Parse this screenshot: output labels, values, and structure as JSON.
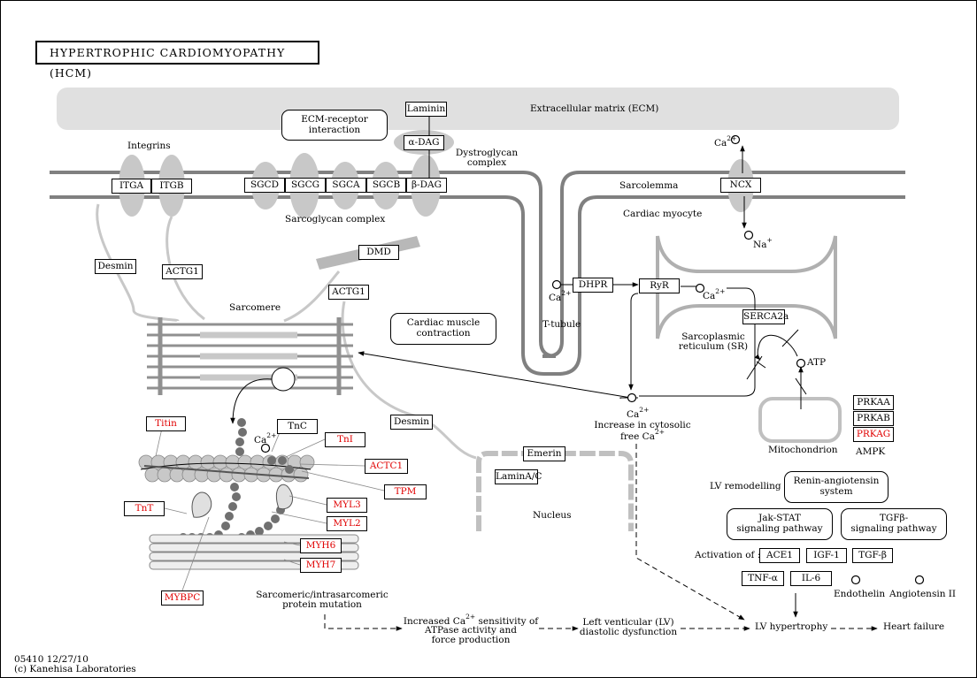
{
  "title": "HYPERTROPHIC CARDIOMYOPATHY (HCM)",
  "footer": {
    "id_date": "05410 12/27/10",
    "copyright": "(c) Kanehisa Laboratories"
  },
  "regions": {
    "ecm": "Extracellular matrix (ECM)",
    "integrins": "Integrins",
    "dystroglycan_line1": "Dystroglycan",
    "dystroglycan_line2": "complex",
    "sarcoglycan": "Sarcoglycan complex",
    "sarcolemma": "Sarcolemma",
    "cardiac_myocyte": "Cardiac myocyte",
    "sarcomere": "Sarcomere",
    "t_tubule": "T-tubule",
    "sr_line1": "Sarcoplasmic",
    "sr_line2": "reticulum (SR)",
    "nucleus": "Nucleus",
    "mitochondrion": "Mitochondrion",
    "ampk": "AMPK"
  },
  "ca_label": "Ca",
  "ca_charge": "2+",
  "na_label": "Na",
  "na_charge": "+",
  "atp": "ATP",
  "genes": {
    "laminin": "Laminin",
    "adag": "α-DAG",
    "itga": "ITGA",
    "itgb": "ITGB",
    "sgcd": "SGCD",
    "sgcg": "SGCG",
    "sgca": "SGCA",
    "sgcb": "SGCB",
    "bdag": "β-DAG",
    "ncx": "NCX",
    "desmin1": "Desmin",
    "actg1a": "ACTG1",
    "dmd": "DMD",
    "actg1b": "ACTG1",
    "dhpr": "DHPR",
    "ryr": "RyR",
    "serca2a": "SERCA2a",
    "prkaa": "PRKAA",
    "prkab": "PRKAB",
    "prkag": "PRKAG",
    "titin": "Titin",
    "tnc": "TnC",
    "tni": "TnI",
    "actc1": "ACTC1",
    "tpm": "TPM",
    "tnt": "TnT",
    "myl3": "MYL3",
    "myl2": "MYL2",
    "myh6": "MYH6",
    "myh7": "MYH7",
    "mybpc": "MYBPC",
    "desmin2": "Desmin",
    "emerin": "Emerin",
    "laminac": "LaminA/C",
    "ace1": "ACE1",
    "igf1": "IGF-1",
    "tgfb": "TGF-β",
    "tnfa": "TNF-α",
    "il6": "IL-6"
  },
  "pathways": {
    "ecm_receptor": "ECM-receptor\ninteraction",
    "cardiac_contraction": "Cardiac muscle\ncontraction",
    "renin": "Renin-angiotensin\nsystem",
    "jakstat": "Jak-STAT\nsignaling pathway",
    "tgfb": "TGFβ-\nsignaling pathway"
  },
  "labels": {
    "increase_ca_line1": "Increase in cytosolic",
    "increase_ca_line2": "free Ca",
    "lv_remodelling": "LV  remodelling",
    "activation_of": "Activation of :",
    "endothelin": "Endothelin",
    "angiotensin": "Angiotensin II",
    "mutation_line1": "Sarcomeric/intrasarcomeric",
    "mutation_line2": "protein mutation",
    "sens_line1a": "Increased Ca",
    "sens_line1b": " sensitivity of",
    "sens_line2": "ATPase activity and",
    "sens_line3": "force production",
    "lv_dys_line1": "Left venticular (LV)",
    "lv_dys_line2": "diastolic dysfunction",
    "lv_hyper": "LV hypertrophy",
    "heart_failure": "Heart failure"
  },
  "colors": {
    "mutated_gene": "#e00000",
    "membrane": "#808080",
    "ecm_fill": "#e0e0e0",
    "protein_fill": "#c8c8c8"
  }
}
